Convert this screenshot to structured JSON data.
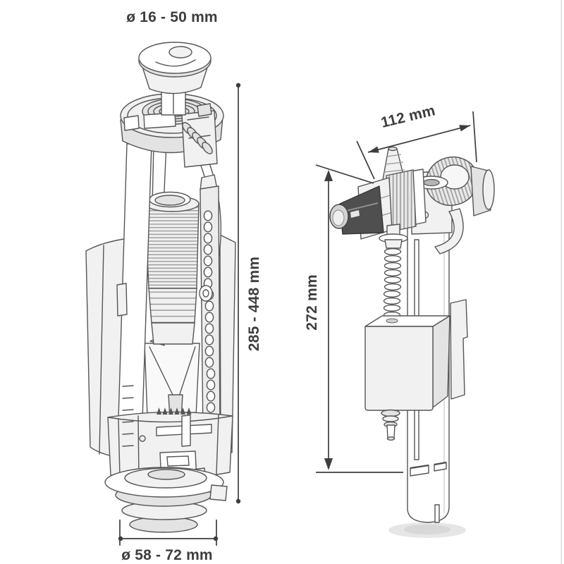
{
  "annotations": {
    "flush_valve": {
      "button_diameter_label": "ø 16 - 50 mm",
      "height_label": "285 - 448 mm",
      "base_diameter_label": "ø 58 - 72 mm"
    },
    "fill_valve": {
      "width_label": "112 mm",
      "height_label": "272 mm"
    }
  },
  "theme": {
    "background": "#ffffff",
    "line_color": "#565656",
    "fill_light": "#f1f1f1",
    "fill_mid": "#e3e3e3",
    "fill_dark": "#4f4f4f",
    "text_color": "#3d3d3d",
    "dim_color": "#3d3d3d",
    "shadow_color": "#dedede",
    "edge_artifact": "#dcdcdc"
  }
}
